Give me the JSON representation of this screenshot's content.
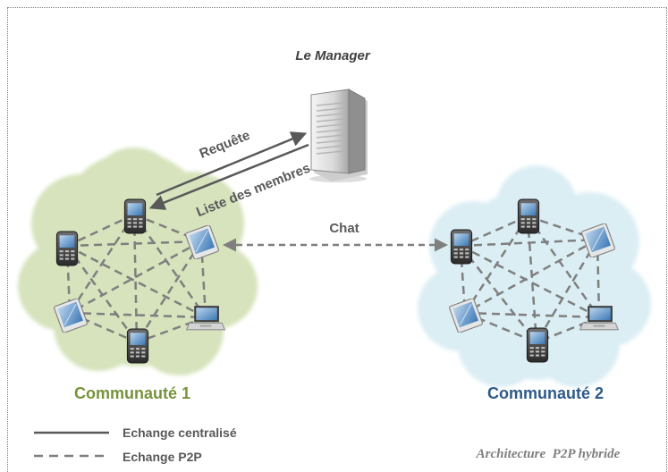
{
  "manager_label": "Le Manager",
  "request_label": "Requête",
  "members_label": "Liste des membres",
  "chat_label": "Chat",
  "community1_label": "Communauté 1",
  "community2_label": "Communauté 2",
  "legend": {
    "centralized": "Echange centralisé",
    "p2p": "Echange P2P"
  },
  "caption": "Architecture  P2P hybride",
  "colors": {
    "community1_cloud": "#d6e3bc",
    "community2_cloud": "#dbeef4",
    "community1_text": "#77933c",
    "community2_text": "#2e5a88",
    "link": "#7f7f7f",
    "centralized_line": "#595959"
  },
  "icons": {
    "server": "server-icon",
    "phone": "smartphone-icon",
    "tablet": "tablet-icon",
    "laptop": "laptop-icon"
  }
}
